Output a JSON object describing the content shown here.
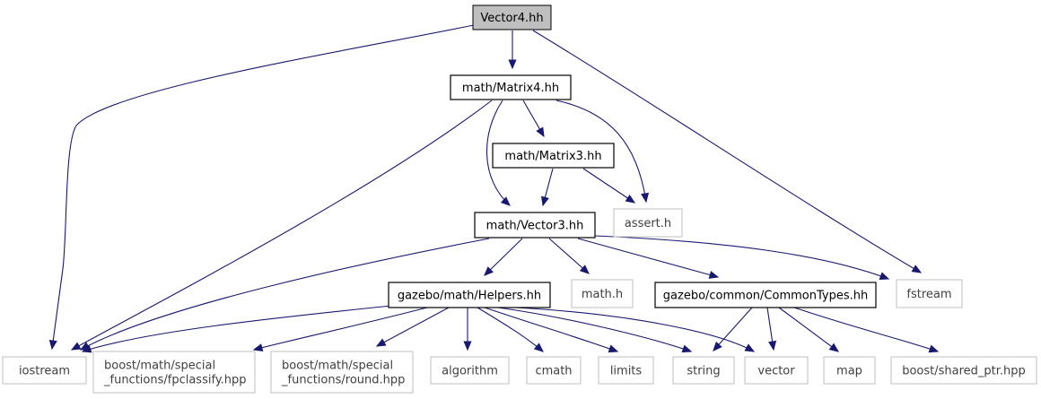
{
  "diagram": {
    "kind": "include-dependency-graph",
    "colors": {
      "edge": "#191970",
      "focus_fill": "#bfbfbf",
      "external_border": "#bfbfbf"
    },
    "nodes": [
      {
        "id": "vector4",
        "lines": [
          "Vector4.hh"
        ],
        "kind": "focus"
      },
      {
        "id": "matrix4",
        "lines": [
          "math/Matrix4.hh"
        ],
        "kind": "doc"
      },
      {
        "id": "matrix3",
        "lines": [
          "math/Matrix3.hh"
        ],
        "kind": "doc"
      },
      {
        "id": "assert",
        "lines": [
          "assert.h"
        ],
        "kind": "external"
      },
      {
        "id": "vector3",
        "lines": [
          "math/Vector3.hh"
        ],
        "kind": "doc"
      },
      {
        "id": "helpers",
        "lines": [
          "gazebo/math/Helpers.hh"
        ],
        "kind": "doc"
      },
      {
        "id": "mathh",
        "lines": [
          "math.h"
        ],
        "kind": "external"
      },
      {
        "id": "common",
        "lines": [
          "gazebo/common/CommonTypes.hh"
        ],
        "kind": "doc"
      },
      {
        "id": "fstream",
        "lines": [
          "fstream"
        ],
        "kind": "external"
      },
      {
        "id": "iostream",
        "lines": [
          "iostream"
        ],
        "kind": "external"
      },
      {
        "id": "fpclass",
        "lines": [
          "boost/math/special",
          "_functions/fpclassify.hpp"
        ],
        "kind": "external"
      },
      {
        "id": "round",
        "lines": [
          "boost/math/special",
          "_functions/round.hpp"
        ],
        "kind": "external"
      },
      {
        "id": "algorithm",
        "lines": [
          "algorithm"
        ],
        "kind": "external"
      },
      {
        "id": "cmath",
        "lines": [
          "cmath"
        ],
        "kind": "external"
      },
      {
        "id": "limits",
        "lines": [
          "limits"
        ],
        "kind": "external"
      },
      {
        "id": "string",
        "lines": [
          "string"
        ],
        "kind": "external"
      },
      {
        "id": "vector",
        "lines": [
          "vector"
        ],
        "kind": "external"
      },
      {
        "id": "map",
        "lines": [
          "map"
        ],
        "kind": "external"
      },
      {
        "id": "sharedptr",
        "lines": [
          "boost/shared_ptr.hpp"
        ],
        "kind": "external"
      }
    ],
    "edges": [
      {
        "from": "vector4",
        "to": "matrix4"
      },
      {
        "from": "vector4",
        "to": "iostream"
      },
      {
        "from": "vector4",
        "to": "fstream"
      },
      {
        "from": "matrix4",
        "to": "matrix3"
      },
      {
        "from": "matrix4",
        "to": "vector3"
      },
      {
        "from": "matrix4",
        "to": "assert"
      },
      {
        "from": "matrix4",
        "to": "iostream"
      },
      {
        "from": "matrix3",
        "to": "vector3"
      },
      {
        "from": "matrix3",
        "to": "assert"
      },
      {
        "from": "vector3",
        "to": "helpers"
      },
      {
        "from": "vector3",
        "to": "mathh"
      },
      {
        "from": "vector3",
        "to": "common"
      },
      {
        "from": "vector3",
        "to": "fstream"
      },
      {
        "from": "vector3",
        "to": "iostream"
      },
      {
        "from": "helpers",
        "to": "iostream"
      },
      {
        "from": "helpers",
        "to": "fpclass"
      },
      {
        "from": "helpers",
        "to": "round"
      },
      {
        "from": "helpers",
        "to": "algorithm"
      },
      {
        "from": "helpers",
        "to": "cmath"
      },
      {
        "from": "helpers",
        "to": "limits"
      },
      {
        "from": "helpers",
        "to": "string"
      },
      {
        "from": "helpers",
        "to": "vector"
      },
      {
        "from": "common",
        "to": "string"
      },
      {
        "from": "common",
        "to": "vector"
      },
      {
        "from": "common",
        "to": "map"
      },
      {
        "from": "common",
        "to": "sharedptr"
      }
    ]
  }
}
